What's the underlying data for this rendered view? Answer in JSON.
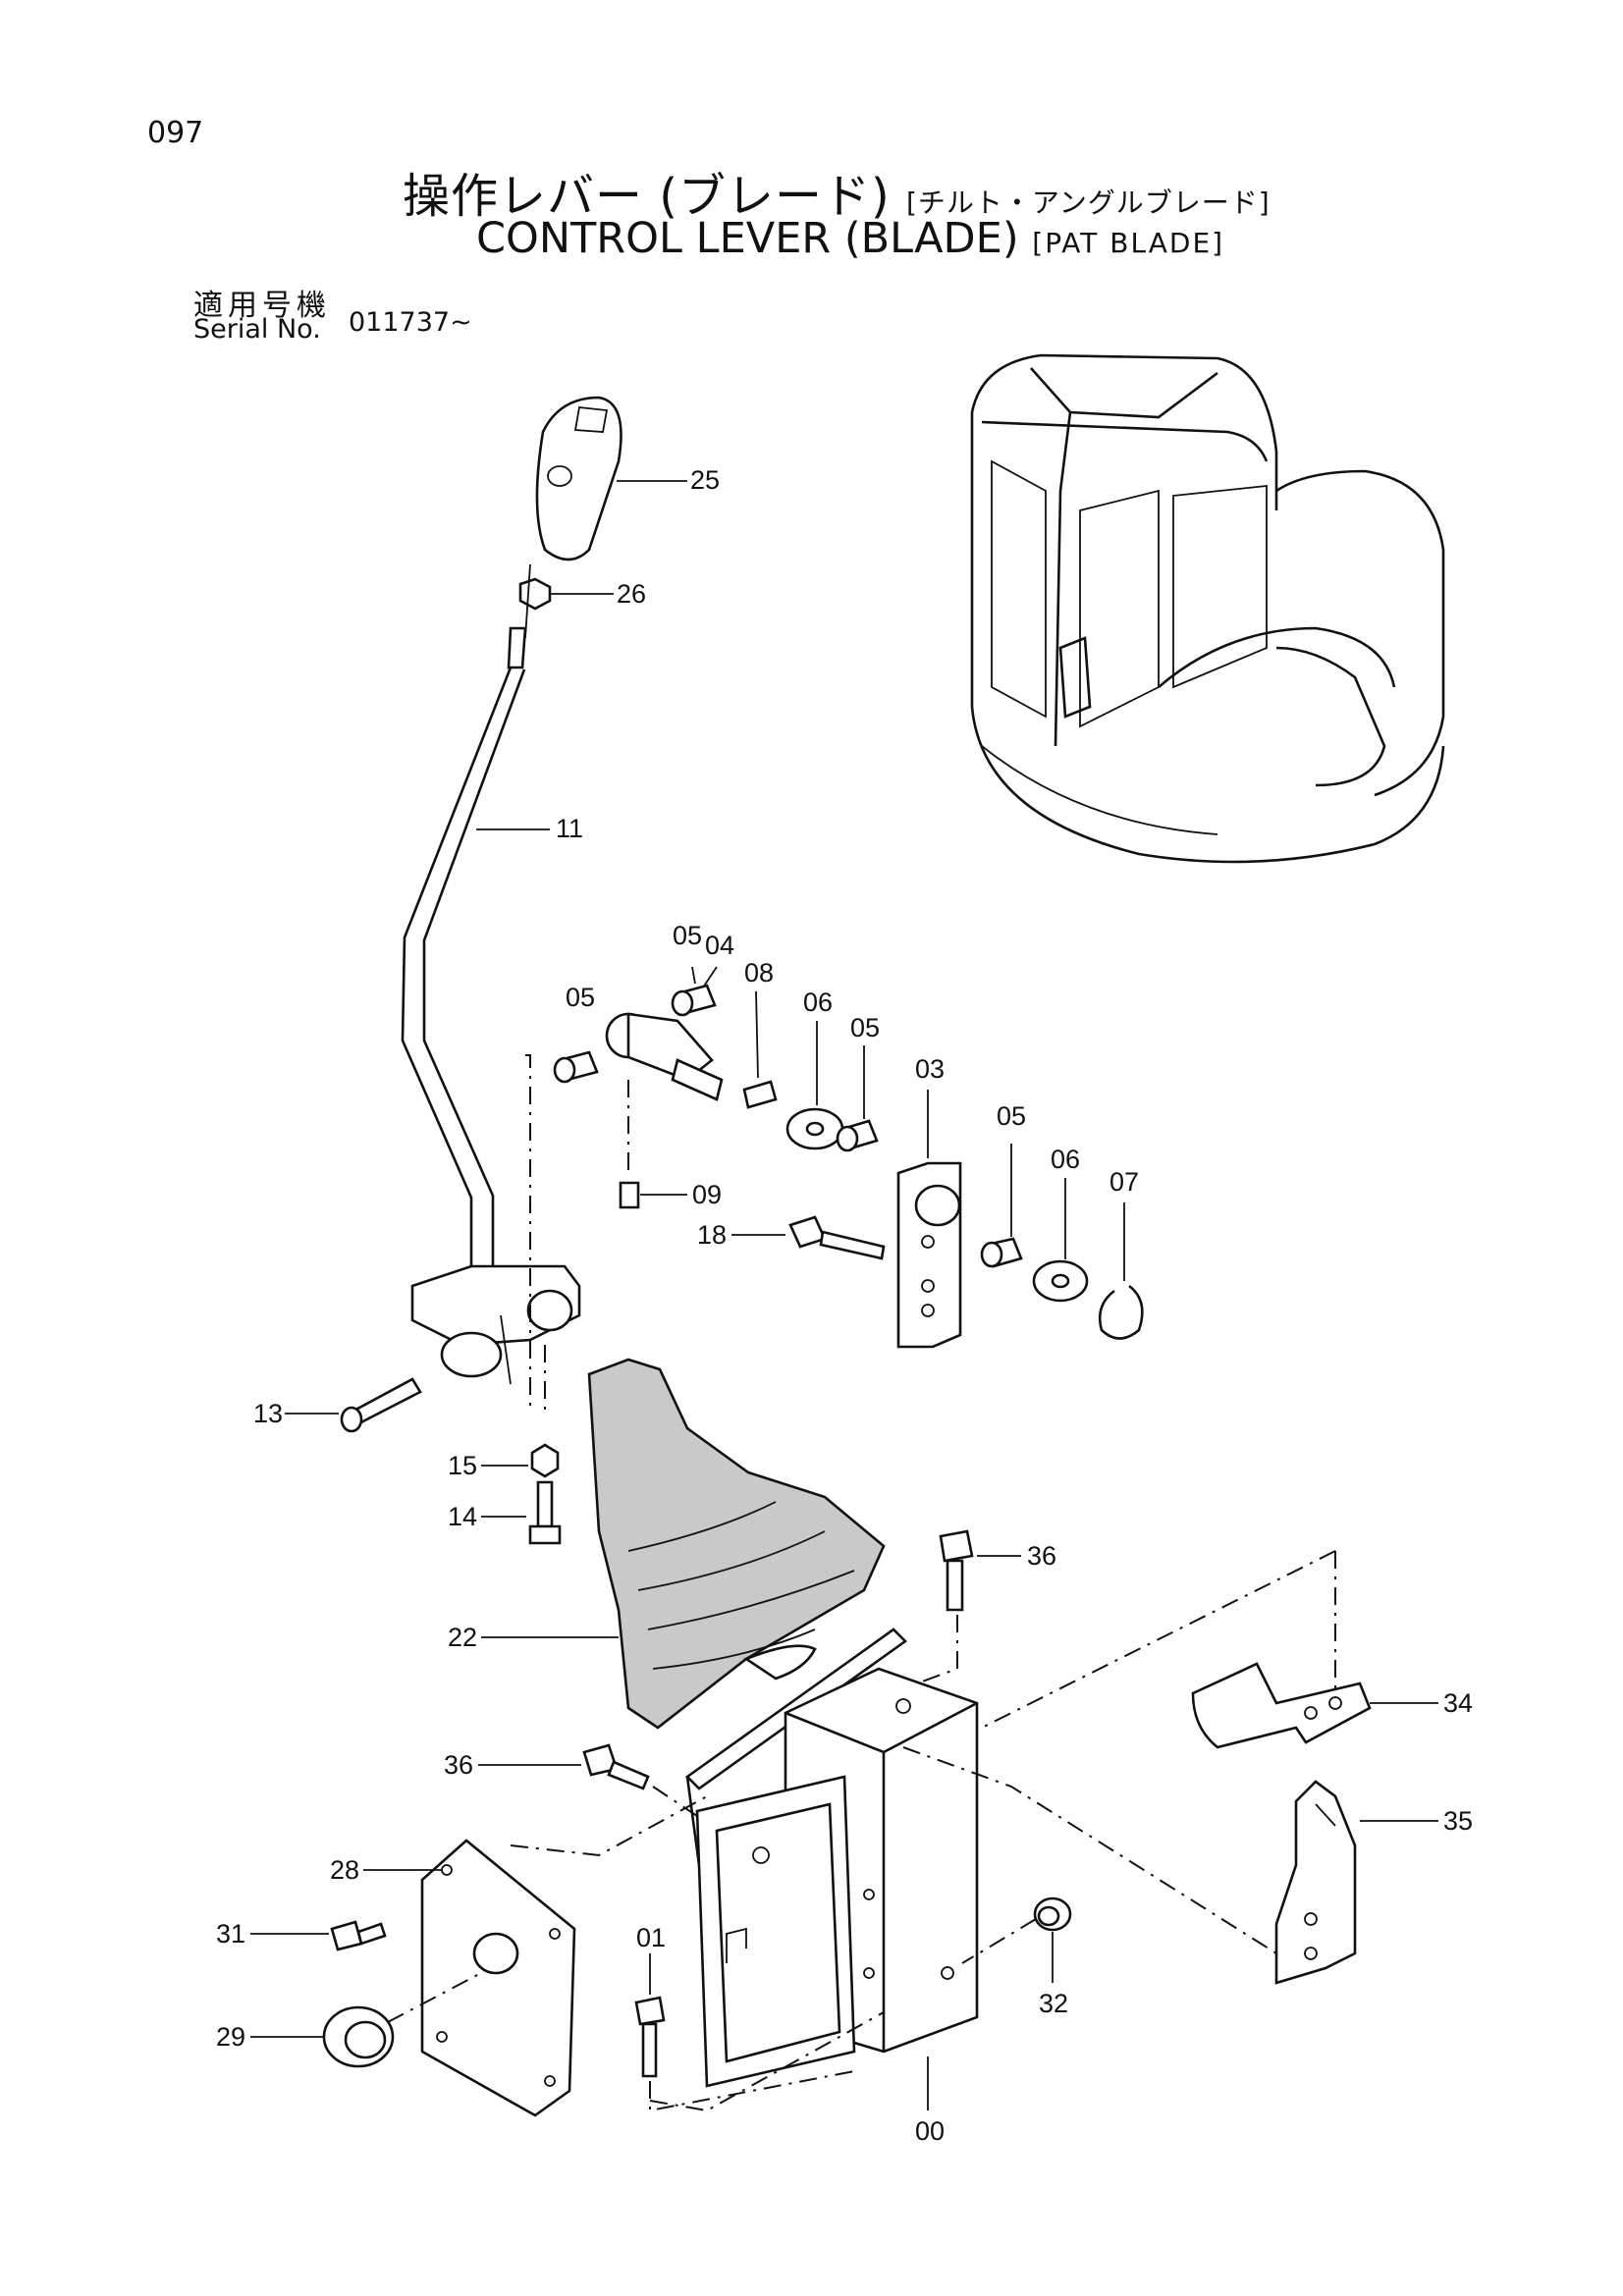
{
  "page_number": "097",
  "title_ja": "操作レバー (ブレード)",
  "title_ja_sub": "[チルト・アングルブレード]",
  "title_en": "CONTROL LEVER (BLADE)",
  "title_en_sub": "[PAT BLADE]",
  "serial": {
    "label_ja": "適用号機",
    "label_en": "Serial No.",
    "value": "011737~"
  },
  "part_numbers": [
    "25",
    "26",
    "11",
    "05",
    "04",
    "08",
    "05",
    "06",
    "05",
    "03",
    "09",
    "05",
    "06",
    "07",
    "18",
    "13",
    "15",
    "14",
    "36",
    "22",
    "34",
    "36",
    "35",
    "28",
    "01",
    "31",
    "32",
    "29",
    "00"
  ]
}
